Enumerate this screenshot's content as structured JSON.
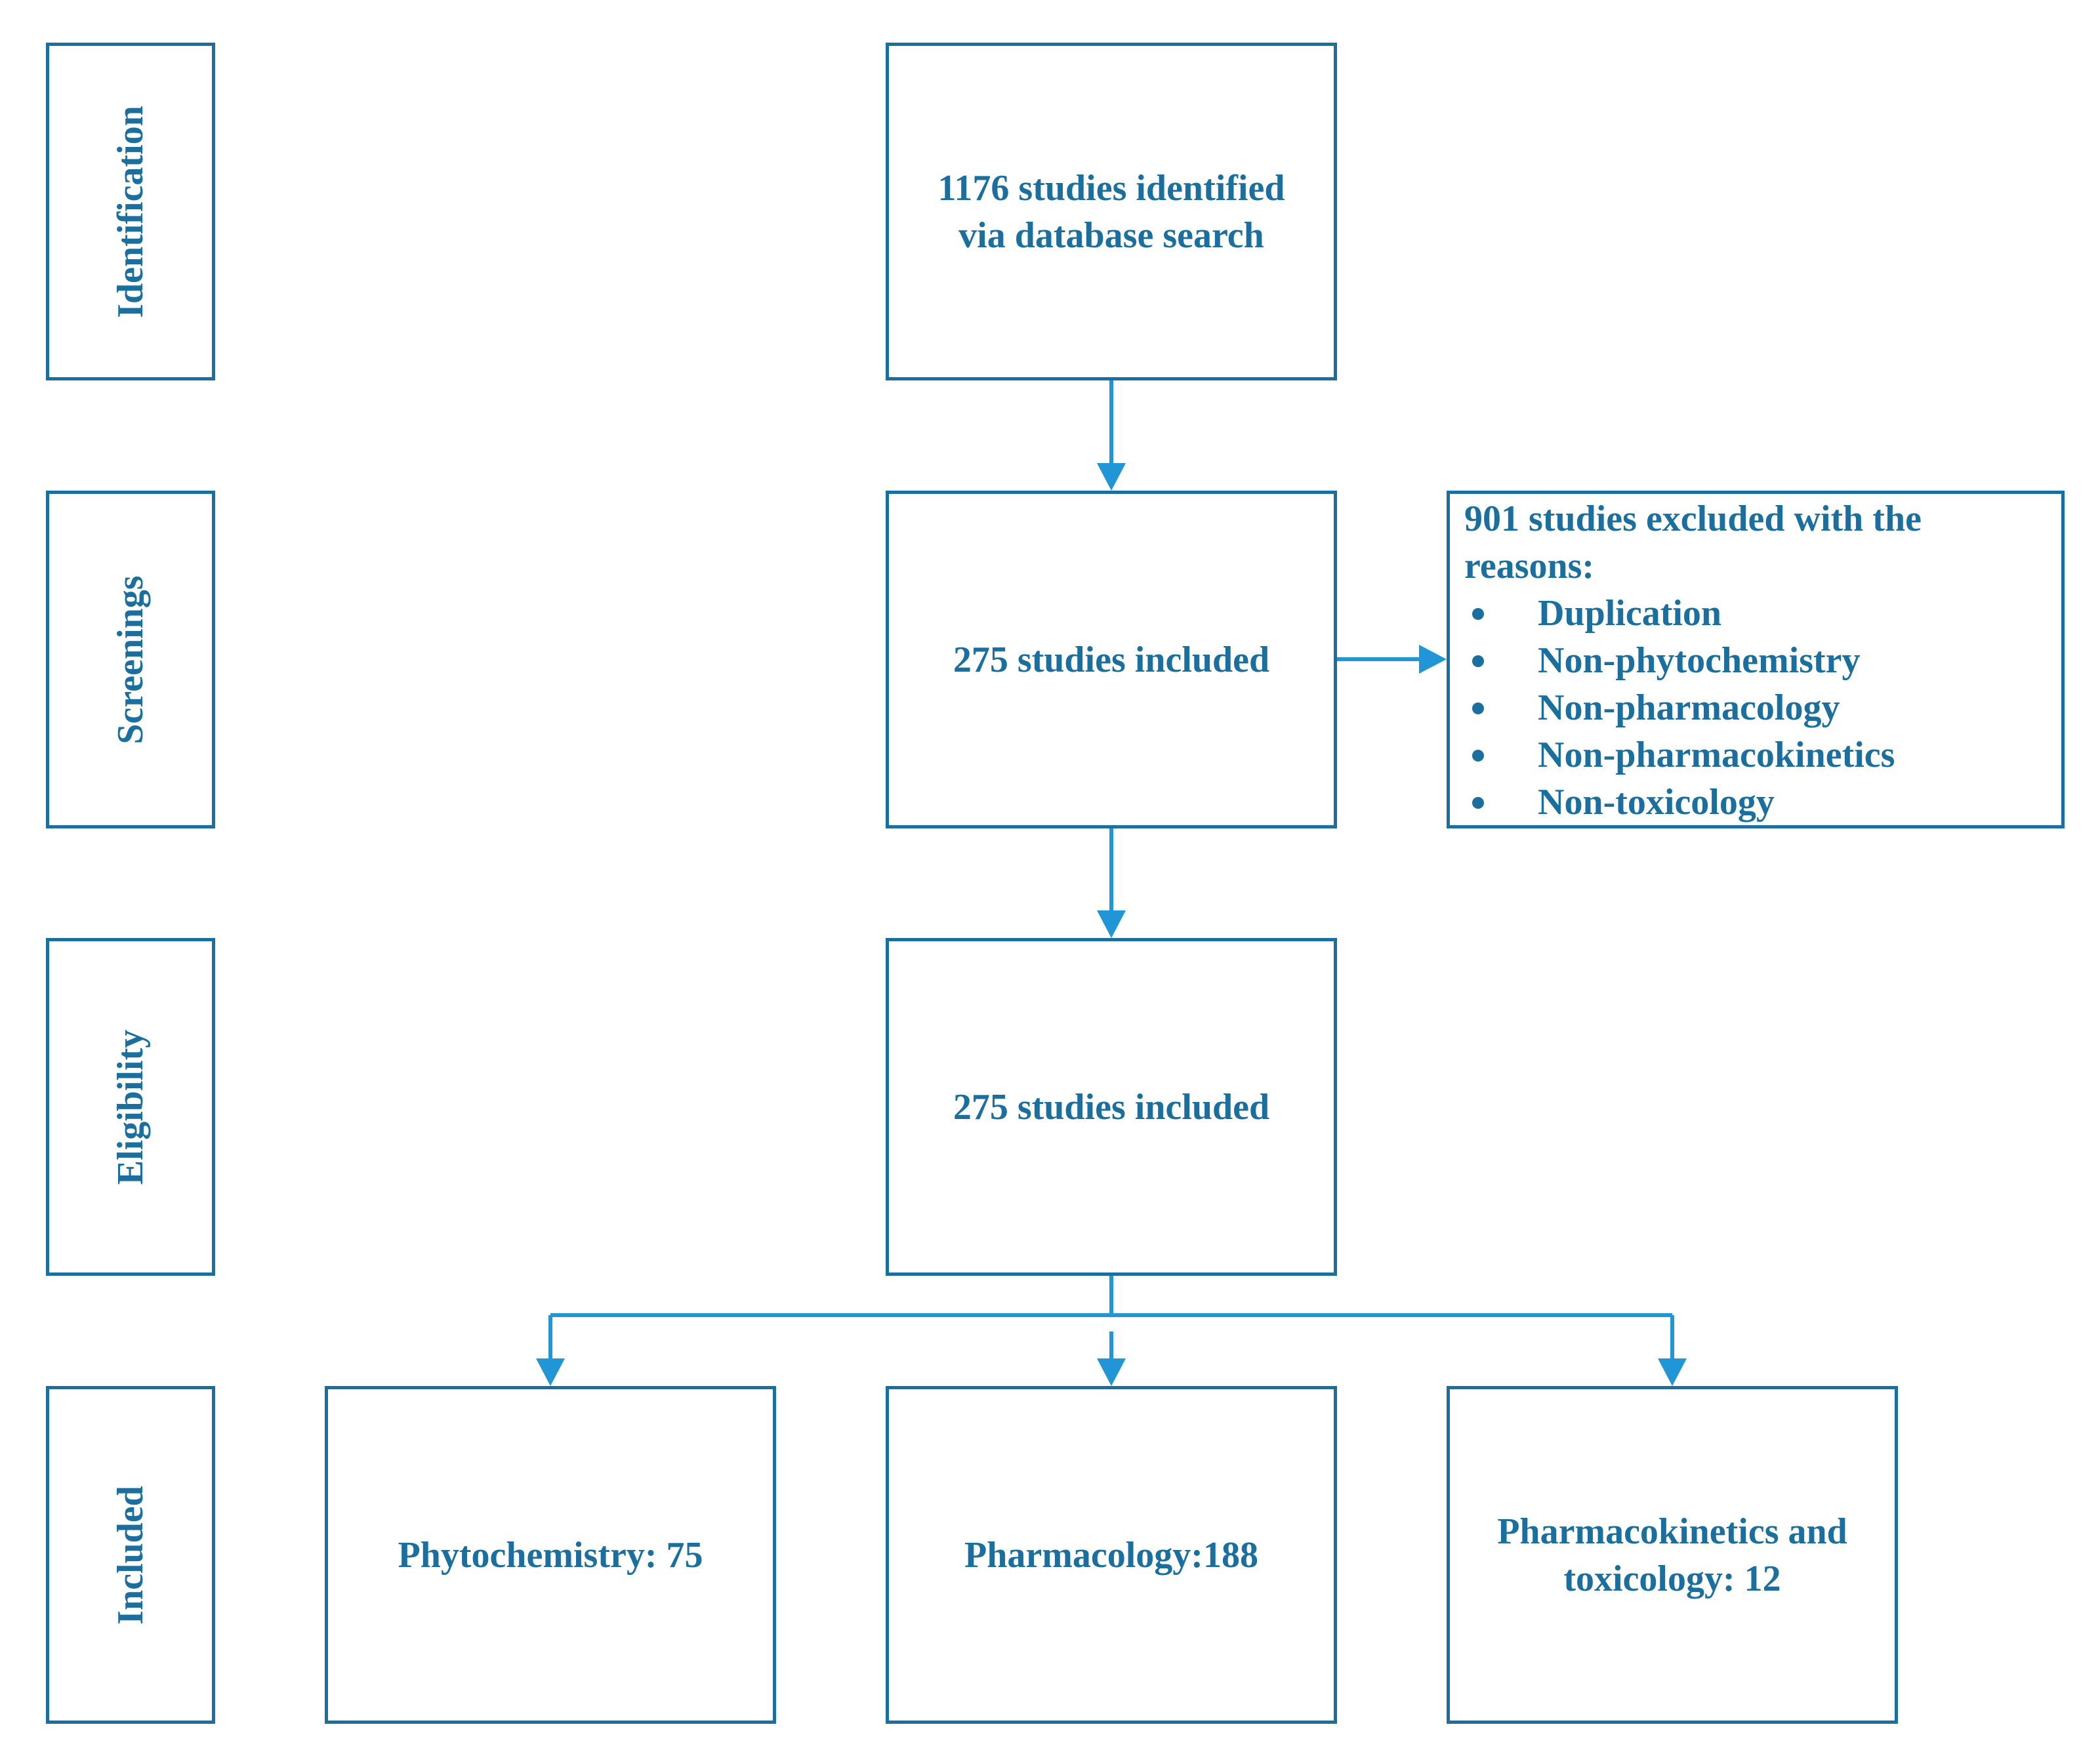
{
  "stages": {
    "identification": "Identification",
    "screenings": "Screenings",
    "eligibility": "Eligibility",
    "included": "Included"
  },
  "boxes": {
    "identified": [
      "1176 studies identified",
      "via database search"
    ],
    "screened": "275 studies included",
    "eligible": "275 studies included",
    "excluded": {
      "title": [
        "901 studies excluded with the",
        "reasons:"
      ],
      "reasons": [
        "Duplication",
        "Non-phytochemistry",
        "Non-pharmacology",
        "Non-pharmacokinetics",
        "Non-toxicology"
      ]
    },
    "phytochemistry": "Phytochemistry: 75",
    "pharmacology": "Pharmacology:188",
    "pk_tox": [
      "Pharmacokinetics and",
      "toxicology: 12"
    ]
  },
  "colors": {
    "border": "#1b6f9e",
    "arrow": "#2196d6",
    "text": "#1b6f9e"
  }
}
